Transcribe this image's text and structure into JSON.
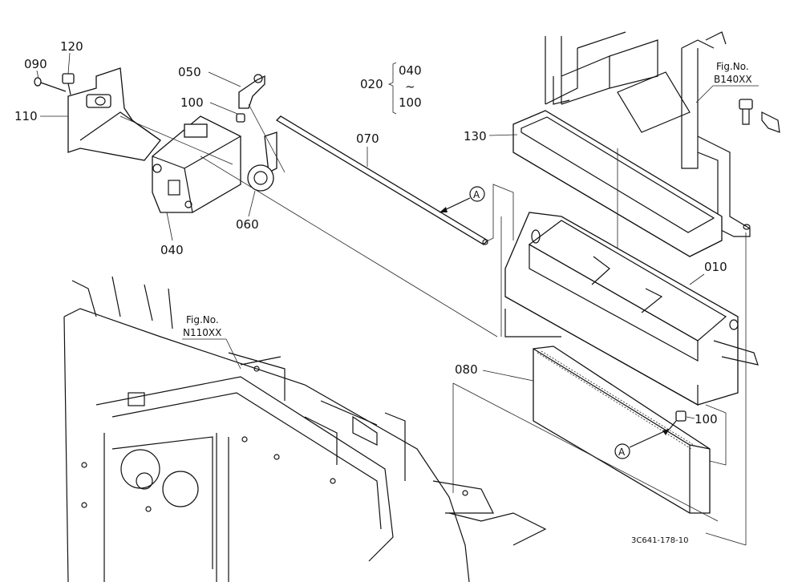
{
  "diagram_id": "3C641-178-10",
  "figure_refs": [
    {
      "fig_label": "Fig.No.",
      "fig_no": "B140XX"
    },
    {
      "fig_label": "Fig.No.",
      "fig_no": "N110XX"
    }
  ],
  "callouts": [
    "090",
    "120",
    "110",
    "050",
    "100",
    "070",
    "130",
    "040",
    "060",
    "010",
    "080",
    "100"
  ],
  "range_group": {
    "from": "040",
    "sep": "~",
    "to": "100",
    "group": "020"
  },
  "ref_marks": [
    "A",
    "A"
  ]
}
